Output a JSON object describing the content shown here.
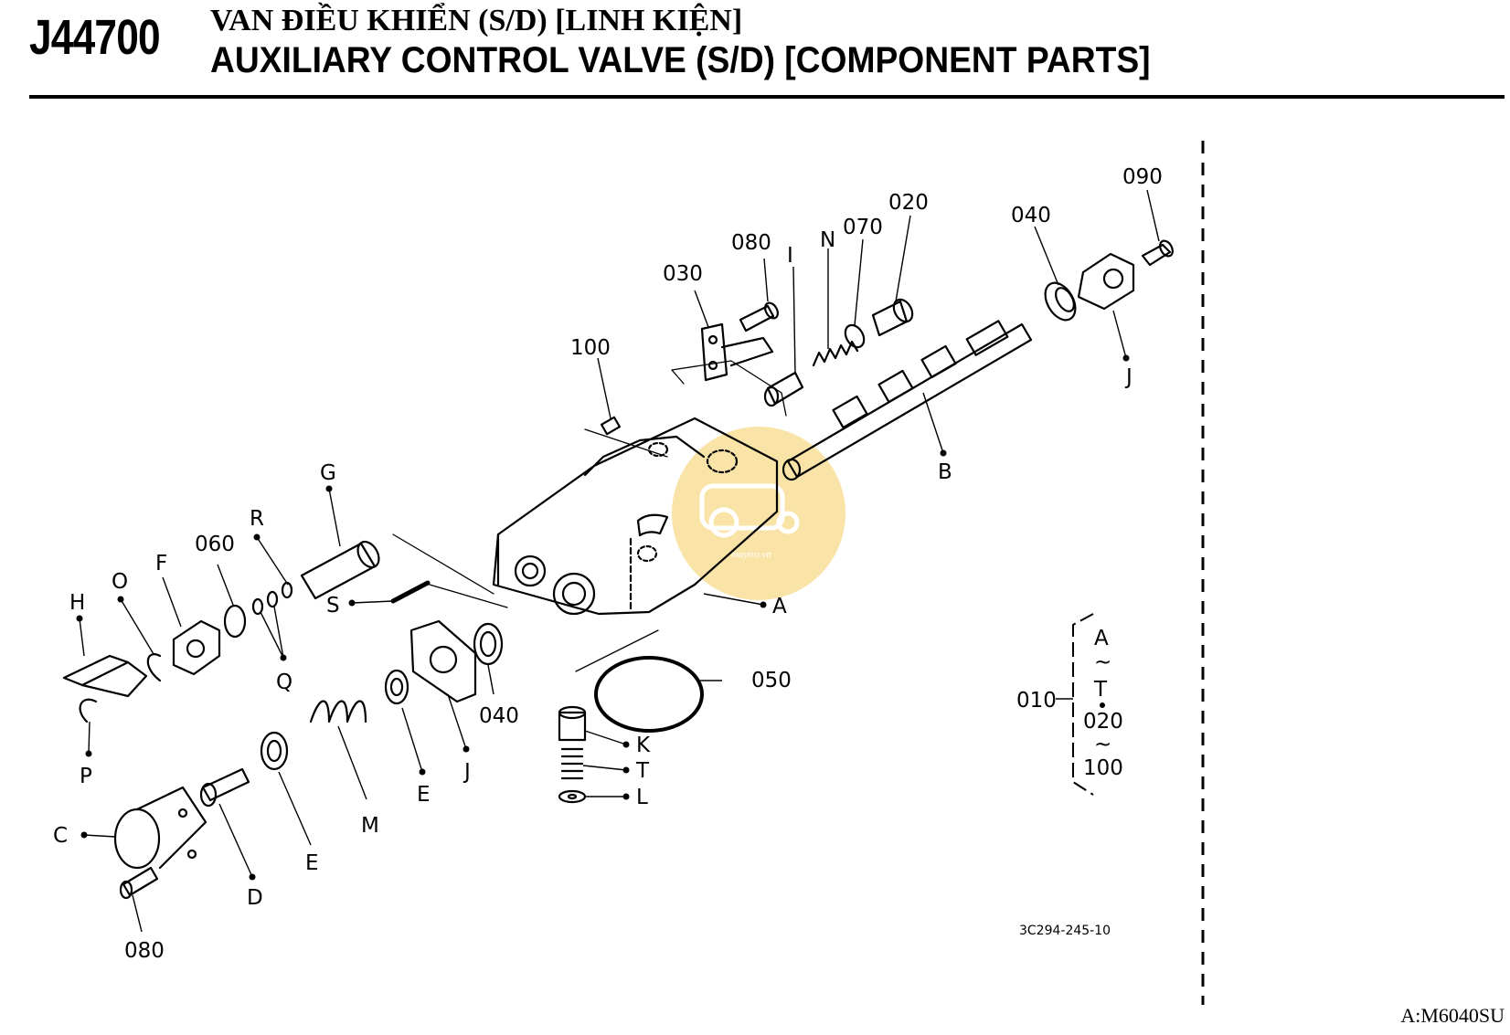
{
  "header": {
    "code": "J44700",
    "title_vn": "VAN ĐIỀU KHIỂN (S/D) [LINH KIỆN]",
    "title_en": "AUXILIARY CONTROL VALVE (S/D) [COMPONENT PARTS]"
  },
  "callouts": {
    "p090": "090",
    "p040a": "040",
    "p020": "020",
    "p070": "070",
    "N": "N",
    "I": "I",
    "p080a": "080",
    "p030": "030",
    "p100": "100",
    "J1": "J",
    "B": "B",
    "G": "G",
    "R": "R",
    "p060": "060",
    "F": "F",
    "O": "O",
    "H": "H",
    "S": "S",
    "A": "A",
    "Q": "Q",
    "P": "P",
    "p040b": "040",
    "J2": "J",
    "p050": "050",
    "E1": "E",
    "M": "M",
    "K": "K",
    "T": "T",
    "L": "L",
    "C": "C",
    "E2": "E",
    "D": "D",
    "p080b": "080"
  },
  "bracket": {
    "code": "010",
    "line1": "A",
    "tilde1": "~",
    "line2": "T",
    "line3": "020",
    "tilde2": "~",
    "line4": "100"
  },
  "drawing_number": "3C294-245-10",
  "footer": "A:M6040SU",
  "watermark_text": "maytro.vn"
}
